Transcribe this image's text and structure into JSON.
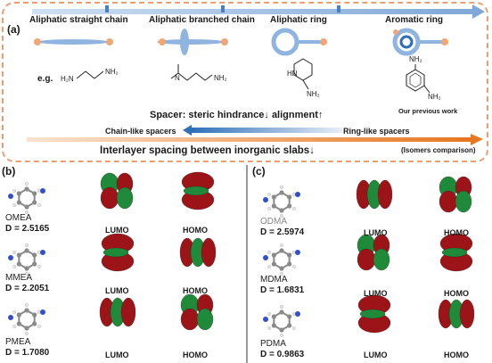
{
  "panel_a": {
    "label": "(a)",
    "categories": [
      "Aliphatic straight chain",
      "Aliphatic branched chain",
      "Aliphatic ring",
      "Aromatic ring"
    ],
    "eg": "e.g.",
    "previous_work": "Our previous work",
    "spacer_text": "Spacer: steric hindrance↓ alignment↑",
    "chain_like": "Chain-like spacers",
    "ring_like": "Ring-like spacers",
    "interlayer_text": "Interlayer spacing between inorganic slabs↓",
    "isomers": "(Isomers comparison)",
    "chem": {
      "nh2": "NH₂",
      "h2n": "H₂N",
      "n": "N",
      "hn": "HN",
      "nh2_ring": "NH₂",
      "nh2_arom_top": "NH₂",
      "nh2_arom_bot": "NH₂"
    }
  },
  "panel_b": {
    "label": "(b)",
    "molecules": [
      {
        "name": "OMEA",
        "d": "D = 2.5165"
      },
      {
        "name": "MMEA",
        "d": "D = 2.2051"
      },
      {
        "name": "PMEA",
        "d": "D = 1.7080"
      }
    ]
  },
  "panel_c": {
    "label": "(c)",
    "molecules": [
      {
        "name": "ODMA",
        "d": "D = 2.5974"
      },
      {
        "name": "MDMA",
        "d": "D = 1.6831"
      },
      {
        "name": "PDMA",
        "d": "D = 0.9863"
      }
    ]
  },
  "orbitals": {
    "lumo": "LUMO",
    "homo": "HOMO"
  },
  "colors": {
    "border": "#e8a070",
    "arrow_blue": "#7fa8d8",
    "orbital_red": "#9c1418",
    "orbital_green": "#1f8a3a",
    "node_orange": "#f2a673",
    "spacer_blue": "#8fb4e0"
  }
}
